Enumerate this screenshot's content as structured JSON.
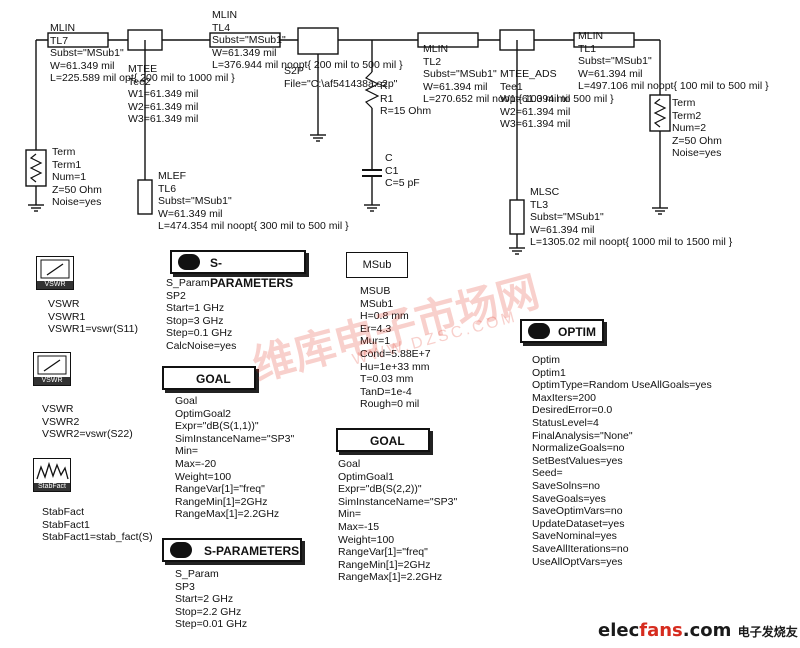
{
  "components": {
    "tl7": {
      "lines": [
        "MLIN",
        "TL7",
        "Subst=\"MSub1\"",
        "W=61.349 mil",
        "L=225.589 mil opt{ 200 mil to 1000 mil }"
      ]
    },
    "tee2": {
      "lines": [
        "MTEE",
        "Tee2",
        "W1=61.349 mil",
        "W2=61.349 mil",
        "W3=61.349 mil"
      ]
    },
    "tl4": {
      "lines": [
        "MLIN",
        "TL4",
        "Subst=\"MSub1\"",
        "W=61.349 mil",
        "L=376.944 mil noopt{ 200 mil to 500 mil }"
      ]
    },
    "s2p": {
      "lines": [
        "S2P",
        "File=\"C:\\af541438a.s2p\""
      ]
    },
    "r1": {
      "lines": [
        "R",
        "R1",
        "R=15 Ohm"
      ]
    },
    "c1": {
      "lines": [
        "C",
        "C1",
        "C=5 pF"
      ]
    },
    "tl2": {
      "lines": [
        "MLIN",
        "TL2",
        "Subst=\"MSub1\"",
        "W=61.394 mil",
        "L=270.652 mil noopt{ 100 mil to 500 mil }"
      ]
    },
    "tee1": {
      "lines": [
        "MTEE_ADS",
        "Tee1",
        "W1=61.394 mil",
        "W2=61.394 mil",
        "W3=61.394 mil"
      ]
    },
    "tl1": {
      "lines": [
        "MLIN",
        "TL1",
        "Subst=\"MSub1\"",
        "W=61.394 mil",
        "L=497.106 mil noopt{ 100 mil to 500 mil }"
      ]
    },
    "term2": {
      "lines": [
        "Term",
        "Term2",
        "Num=2",
        "Z=50 Ohm",
        "Noise=yes"
      ]
    },
    "term1": {
      "lines": [
        "Term",
        "Term1",
        "Num=1",
        "Z=50 Ohm",
        "Noise=yes"
      ]
    },
    "tl6": {
      "lines": [
        "MLEF",
        "TL6",
        "Subst=\"MSub1\"",
        "W=61.349 mil",
        "L=474.354 mil noopt{ 300 mil to 500 mil }"
      ]
    },
    "tl3": {
      "lines": [
        "MLSC",
        "TL3",
        "Subst=\"MSub1\"",
        "W=61.394 mil",
        "L=1305.02 mil noopt{ 1000 mil to 1500 mil }"
      ]
    }
  },
  "vswr1": {
    "icon_caption": "VSWR",
    "lines": [
      "VSWR",
      "VSWR1",
      "VSWR1=vswr(S11)"
    ]
  },
  "vswr2": {
    "icon_caption": "VSWR",
    "lines": [
      "VSWR",
      "VSWR2",
      "VSWR2=vswr(S22)"
    ]
  },
  "stabfact": {
    "icon_caption": "StabFact",
    "lines": [
      "StabFact",
      "StabFact1",
      "StabFact1=stab_fact(S)"
    ]
  },
  "sparam1": {
    "banner": "S-PARAMETERS",
    "lines": [
      "S_Param",
      "SP2",
      "Start=1 GHz",
      "Stop=3 GHz",
      "Step=0.1 GHz",
      "CalcNoise=yes"
    ]
  },
  "msub": {
    "banner": "MSub",
    "lines": [
      "MSUB",
      "MSub1",
      "H=0.8 mm",
      "Er=4.3",
      "Mur=1",
      "Cond=5.88E+7",
      "Hu=1e+33 mm",
      "T=0.03 mm",
      "TanD=1e-4",
      "Rough=0 mil"
    ]
  },
  "goal1": {
    "banner": "GOAL",
    "lines": [
      "Goal",
      "OptimGoal2",
      "Expr=\"dB(S(1,1))\"",
      "SimInstanceName=\"SP3\"",
      "Min=",
      "Max=-20",
      "Weight=100",
      "RangeVar[1]=\"freq\"",
      "RangeMin[1]=2GHz",
      "RangeMax[1]=2.2GHz"
    ]
  },
  "goal2": {
    "banner": "GOAL",
    "lines": [
      "Goal",
      "OptimGoal1",
      "Expr=\"dB(S(2,2))\"",
      "SimInstanceName=\"SP3\"",
      "Min=",
      "Max=-15",
      "Weight=100",
      "RangeVar[1]=\"freq\"",
      "RangeMin[1]=2GHz",
      "RangeMax[1]=2.2GHz"
    ]
  },
  "sparam2": {
    "banner": "S-PARAMETERS",
    "lines": [
      "S_Param",
      "SP3",
      "Start=2 GHz",
      "Stop=2.2 GHz",
      "Step=0.01 GHz"
    ]
  },
  "optim": {
    "banner": "OPTIM",
    "lines": [
      "Optim",
      "Optim1",
      "OptimType=Random  UseAllGoals=yes",
      "MaxIters=200",
      "DesiredError=0.0",
      "StatusLevel=4",
      "FinalAnalysis=\"None\"",
      "NormalizeGoals=no",
      "SetBestValues=yes",
      "Seed=",
      "SaveSolns=no",
      "SaveGoals=yes",
      "SaveOptimVars=no",
      "UpdateDataset=yes",
      "SaveNominal=yes",
      "SaveAllIterations=no",
      "UseAllOptVars=yes"
    ]
  },
  "watermark": {
    "main": "维库电子市场网",
    "sub": "WWW.DZSC.COM"
  },
  "brand": {
    "prefix": "elec",
    "accent": "fans",
    "suffix": ".com",
    "cn": "电子发烧友"
  },
  "colors": {
    "ink": "#111111",
    "watermark": "#e0301e",
    "brand_accent": "#d62b1e"
  }
}
